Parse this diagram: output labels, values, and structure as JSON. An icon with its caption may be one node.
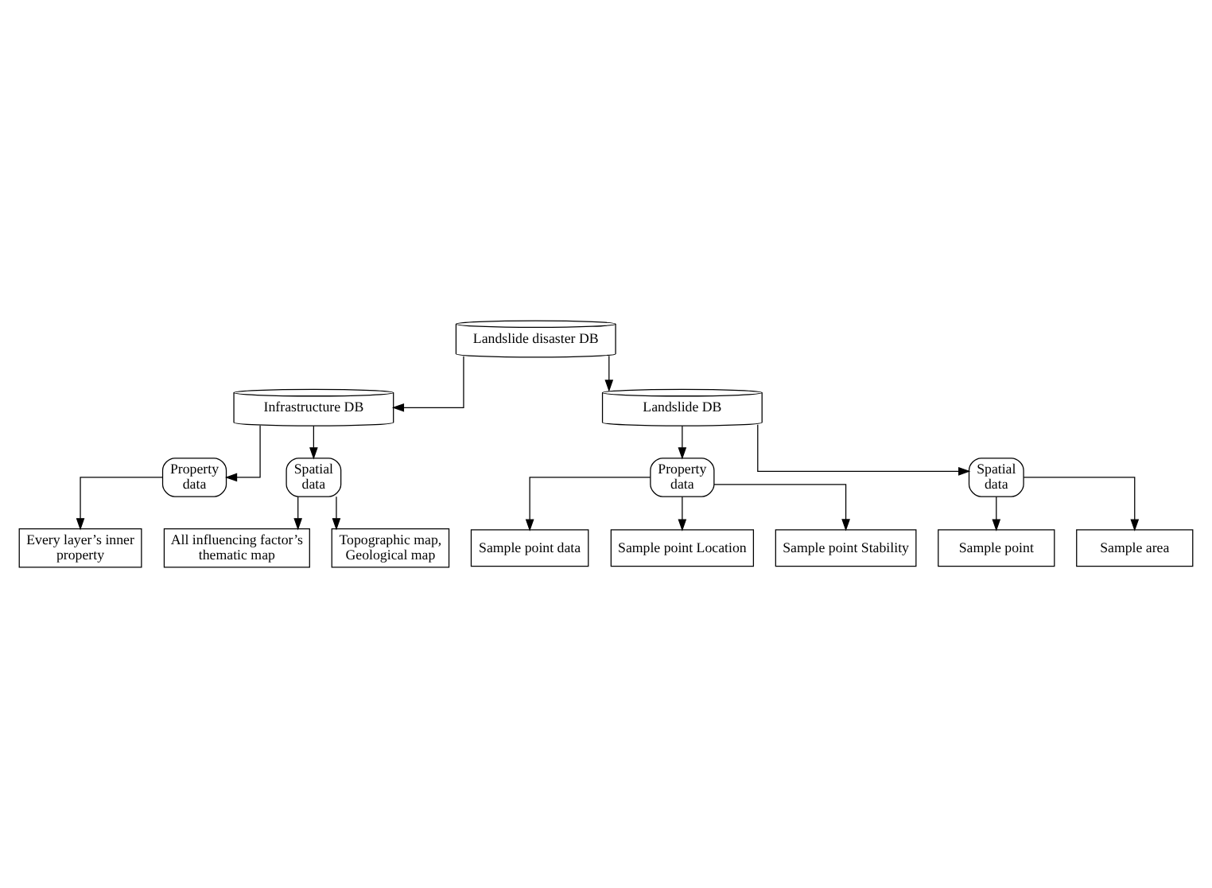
{
  "diagram": {
    "nodes": [
      {
        "text": [
          "Landslide disaster DB"
        ]
      },
      {
        "text": [
          "Infrastructure DB"
        ]
      },
      {
        "text": [
          "Landslide DB"
        ]
      },
      {
        "text": [
          "Property data"
        ]
      },
      {
        "text": [
          "Spatial data"
        ]
      },
      {
        "text": [
          "Property data"
        ]
      },
      {
        "text": [
          "Spatial data"
        ]
      },
      {
        "text": [
          "Every layer’s inner property"
        ]
      },
      {
        "text": [
          "All influencing factor’s thematic map"
        ]
      },
      {
        "text": [
          "Topographic map, Geological map"
        ]
      },
      {
        "text": [
          "Sample point data"
        ]
      },
      {
        "text": [
          "Sample point Location"
        ]
      },
      {
        "text": [
          "Sample point Stability"
        ]
      },
      {
        "text": [
          "Sample point"
        ]
      },
      {
        "text": [
          "Sample area"
        ]
      }
    ],
    "edges": [
      {
        "from": 0,
        "to": 1,
        "arrow": "to"
      },
      {
        "from": 0,
        "to": 2,
        "arrow": "to"
      },
      {
        "from": 1,
        "to": 3,
        "arrow": "to"
      },
      {
        "from": 1,
        "to": 4,
        "arrow": "to"
      },
      {
        "from": 2,
        "to": 5,
        "arrow": "to"
      },
      {
        "from": 2,
        "to": 6,
        "arrow": "to"
      },
      {
        "from": 3,
        "to": 7,
        "arrow": "to"
      },
      {
        "from": 4,
        "to": 8,
        "arrow": "to"
      },
      {
        "from": 4,
        "to": 9,
        "arrow": "to"
      },
      {
        "from": 5,
        "to": 10,
        "arrow": "to"
      },
      {
        "from": 5,
        "to": 11,
        "arrow": "to"
      },
      {
        "from": 5,
        "to": 12,
        "arrow": "to"
      },
      {
        "from": 6,
        "to": 13,
        "arrow": "to"
      },
      {
        "from": 6,
        "to": 14,
        "arrow": "to"
      }
    ]
  }
}
